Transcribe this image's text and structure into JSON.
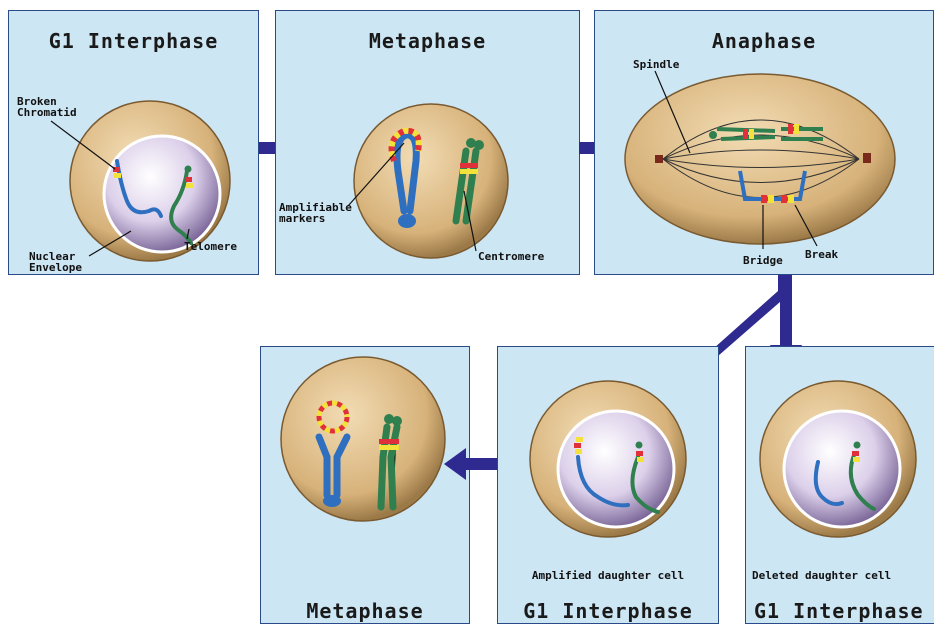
{
  "panels": {
    "g1_interphase": {
      "title": "G1 Interphase",
      "labels": {
        "broken_chromatid_1": "Broken",
        "broken_chromatid_2": "Chromatid",
        "nuclear_envelope_1": "Nuclear",
        "nuclear_envelope_2": "Envelope",
        "telomere": "Telomere"
      }
    },
    "metaphase_top": {
      "title": "Metaphase",
      "labels": {
        "amplifiable_1": "Amplifiable",
        "amplifiable_2": "markers",
        "centromere": "Centromere"
      }
    },
    "anaphase": {
      "title": "Anaphase",
      "labels": {
        "spindle": "Spindle",
        "bridge": "Bridge",
        "break": "Break"
      }
    },
    "metaphase_bottom": {
      "title": "Metaphase"
    },
    "amplified_daughter": {
      "title": "G1 Interphase",
      "caption": "Amplified daughter cell"
    },
    "deleted_daughter": {
      "title": "G1 Interphase",
      "caption": "Deleted daughter cell"
    }
  },
  "colors": {
    "panel_bg": "#cde6f4",
    "arrow": "#2e2a8f",
    "cell_outer": "#d8b985",
    "nucleus": "#d9cde6",
    "chromosome_blue": "#2f6fbf",
    "chromosome_green": "#2f7f4f",
    "marker_red": "#e0303a",
    "marker_yellow": "#f3e23a"
  }
}
